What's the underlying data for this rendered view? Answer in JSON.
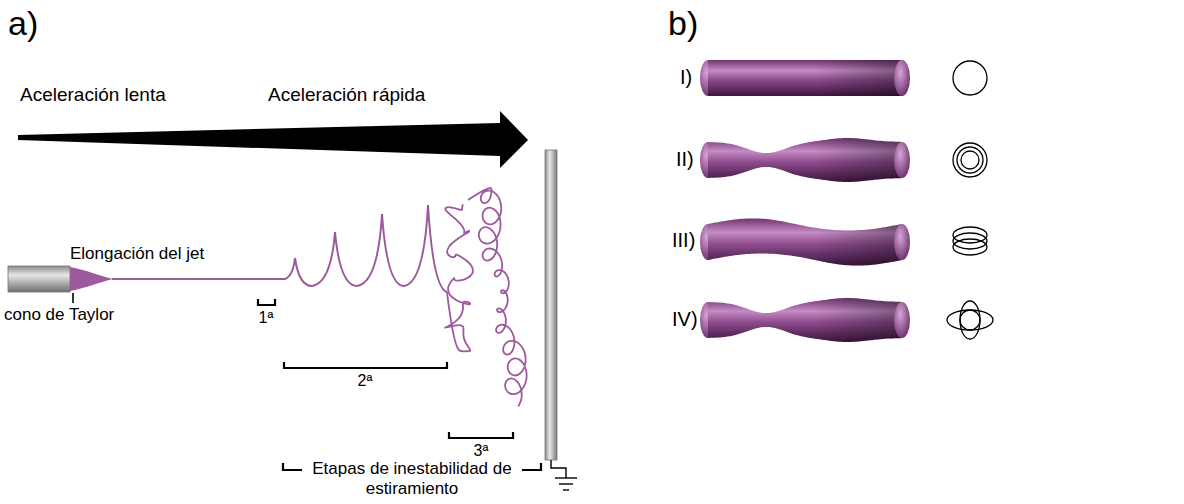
{
  "diagram": {
    "labels": [
      "a)",
      "b)",
      "Aceleración lenta",
      "Aceleración rápida",
      "Elongación del jet",
      "cono de Taylor",
      "1ª",
      "2ª",
      "3ª",
      "Etapas de inestabilidad de estiramiento",
      "I)",
      "II)",
      "III)",
      "IV)"
    ]
  }
}
